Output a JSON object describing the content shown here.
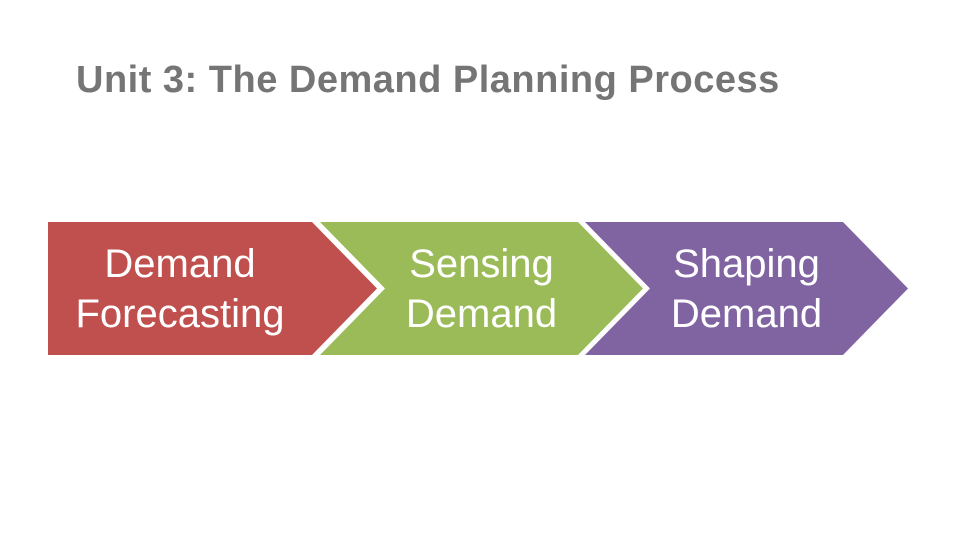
{
  "slide": {
    "title": "Unit 3: The Demand Planning Process"
  },
  "colors": {
    "title_text": "#757575",
    "step_text": "#ffffff",
    "background": "#ffffff"
  },
  "process": {
    "type": "chevron-flow",
    "direction": "left-to-right",
    "steps": [
      {
        "label_line1": "Demand",
        "label_line2": "Forecasting",
        "color": "#c0504d"
      },
      {
        "label_line1": "Sensing",
        "label_line2": "Demand",
        "color": "#9bbb59"
      },
      {
        "label_line1": "Shaping",
        "label_line2": "Demand",
        "color": "#8064a2"
      }
    ]
  }
}
